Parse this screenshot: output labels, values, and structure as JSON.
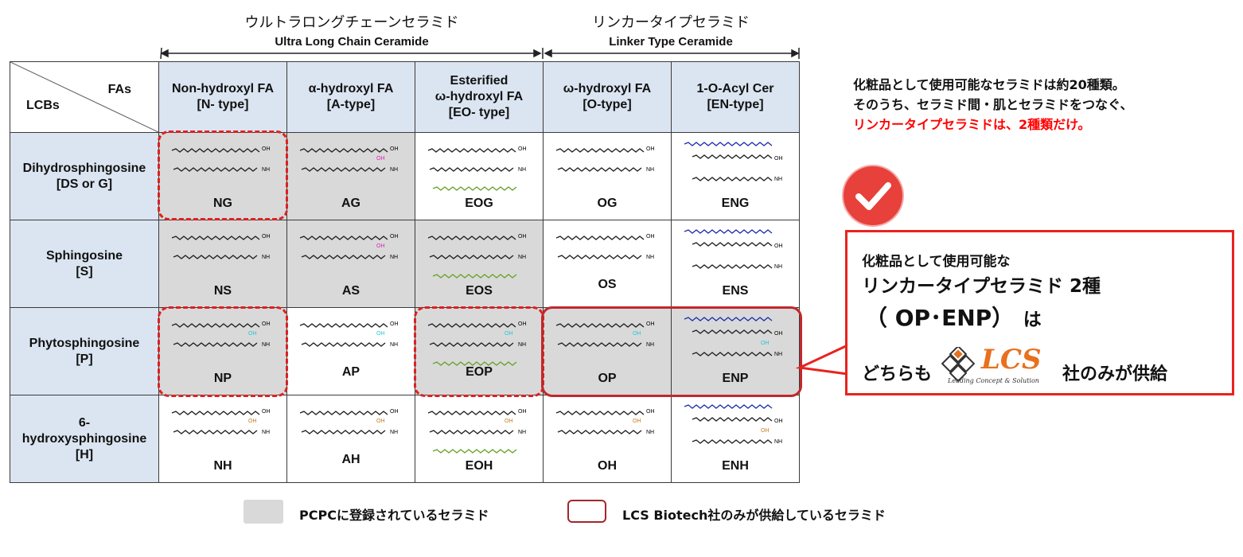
{
  "groups": {
    "ultra_long_ja": "ウルトラロングチェーンセラミド",
    "ultra_long_en": "Ultra Long Chain Ceramide",
    "linker_ja": "リンカータイプセラミド",
    "linker_en": "Linker Type Ceramide"
  },
  "table": {
    "corner_fas": "FAs",
    "corner_lcbs": "LCBs",
    "fa_headers": [
      {
        "line1": "Non-hydroxyl FA",
        "line2": "[N- type]",
        "line3": ""
      },
      {
        "line1": "α-hydroxyl FA",
        "line2": "[A-type]",
        "line3": ""
      },
      {
        "line1": "Esterified",
        "line2": "ω-hydroxyl FA",
        "line3": "[EO- type]"
      },
      {
        "line1": "ω-hydroxyl FA",
        "line2": "[O-type]",
        "line3": ""
      },
      {
        "line1": "1-O-Acyl Cer",
        "line2": "[EN-type]",
        "line3": ""
      }
    ],
    "lcb_headers": [
      {
        "line1": "Dihydrosphingosine",
        "line2": "[DS or G]",
        "line3": ""
      },
      {
        "line1": "Sphingosine",
        "line2": "[S]",
        "line3": ""
      },
      {
        "line1": "Phytosphingosine",
        "line2": "[P]",
        "line3": ""
      },
      {
        "line1": "6-",
        "line2": "hydroxysphingosine",
        "line3": "[H]"
      }
    ],
    "rows": [
      [
        "NG",
        "AG",
        "EOG",
        "OG",
        "ENG"
      ],
      [
        "NS",
        "AS",
        "EOS",
        "OS",
        "ENS"
      ],
      [
        "NP",
        "AP",
        "EOP",
        "OP",
        "ENP"
      ],
      [
        "NH",
        "AH",
        "EOH",
        "OH",
        "ENH"
      ]
    ],
    "gray_cells": [
      [
        true,
        true,
        false,
        false,
        false
      ],
      [
        true,
        true,
        true,
        false,
        false
      ],
      [
        true,
        false,
        true,
        true,
        true
      ],
      [
        false,
        false,
        false,
        false,
        false
      ]
    ]
  },
  "note": {
    "line1": "化粧品として使用可能なセラミドは約20種類。",
    "line2": "そのうち、セラミド間・肌とセラミドをつなぐ、",
    "line3_red": "リンカータイプセラミドは、2種類だけ。"
  },
  "callout": {
    "line1": "化粧品として使用可能な",
    "line2": "リンカータイプセラミド 2種",
    "line3a": "（ OP･ENP）",
    "line3b": "は",
    "line4a": "どちらも",
    "line4b": "社のみが供給",
    "logo_text": "LCS",
    "logo_tagline": "Leading Concept & Solution"
  },
  "legend": {
    "gray_label": "PCPCに登録されているセラミド",
    "red_label": "LCS Biotech社のみが供給しているセラミド"
  },
  "colors": {
    "header_bg": "#dbe5f1",
    "gray_cell": "#d9d9d9",
    "accent_red": "#e8231e",
    "logo_orange": "#e8701e",
    "check_red": "#e8403a",
    "chain_green": "#6aa32a",
    "chain_blue": "#1f2fa8",
    "oh_magenta": "#e020c0",
    "oh_cyan": "#20c8d8",
    "oh_orange": "#c8781e"
  }
}
